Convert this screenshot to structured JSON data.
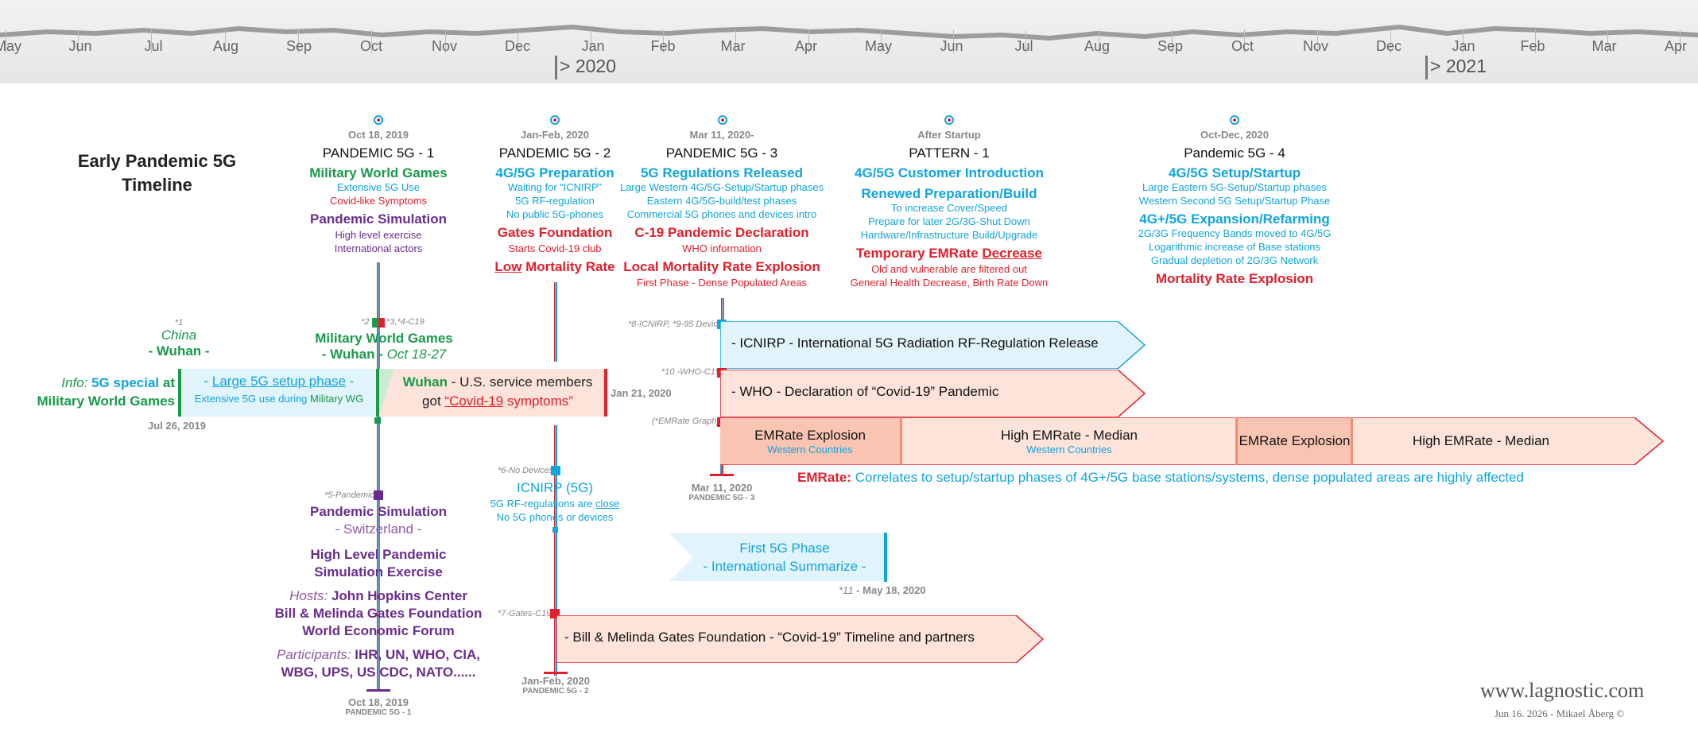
{
  "months": [
    "May",
    "Jun",
    "Jul",
    "Aug",
    "Sep",
    "Oct",
    "Nov",
    "Dec",
    "Jan",
    "Feb",
    "Mar",
    "Apr",
    "May",
    "Jun",
    "Jul",
    "Aug",
    "Sep",
    "Oct",
    "Nov",
    "Dec",
    "Jan",
    "Feb",
    "Mar",
    "Apr"
  ],
  "years": {
    "y2020": "> 2020",
    "y2021": "> 2021"
  },
  "title": {
    "line1": "Early Pandemic 5G",
    "line2": "Timeline"
  },
  "p1": {
    "date": "Oct 18, 2019",
    "name": "PANDEMIC 5G - 1",
    "h1": "Military World Games",
    "l1": "Extensive 5G Use",
    "l2": "Covid-like Symptoms",
    "h2": "Pandemic Simulation",
    "l3": "High level exercise",
    "l4": "International actors"
  },
  "p2": {
    "date": "Jan-Feb, 2020",
    "name": "PANDEMIC 5G - 2",
    "h1": "4G/5G Preparation",
    "l1": "Waiting for “ICNIRP”",
    "l2": "5G RF-regulation",
    "l3": "No public 5G-phones",
    "h2": "Gates Foundation",
    "l4": "Starts Covid-19 club",
    "h3a": "Low",
    "h3b": " Mortality Rate"
  },
  "p3": {
    "date": "Mar 11, 2020-",
    "name": "PANDEMIC 5G - 3",
    "h1": "5G Regulations Released",
    "l1": "Large Western 4G/5G-Setup/Startup phases",
    "l2": "Eastern 4G/5G-build/test phases",
    "l3": "Commercial 5G phones and devices intro",
    "h2": "C-19 Pandemic Declaration",
    "l4": "WHO information",
    "h3": "Local Mortality Rate Explosion",
    "l5": "First Phase - Dense Populated Areas"
  },
  "pattern": {
    "date": "After Startup",
    "name": "PATTERN - 1",
    "h1": "4G/5G Customer Introduction",
    "h2": "Renewed Preparation/Build",
    "l1": "To increase Cover/Speed",
    "l2": "Prepare for later 2G/3G-Shut Down",
    "l3": "Hardware/Infrastructure Build/Upgrade",
    "h3a": "Temporary EMRate ",
    "h3b": "Decrease",
    "l4": "Old and vulnerable are filtered out",
    "l5": "General Health Decrease, Birth Rate Down"
  },
  "p4": {
    "date": "Oct-Dec, 2020",
    "name": "Pandemic 5G - 4",
    "h1": "4G/5G Setup/Startup",
    "l1": "Large Eastern 5G-Setup/Startup phases",
    "l2": "Western Second 5G Setup/Startup Phase",
    "h2": "4G+/5G Expansion/Refarming",
    "l3": "2G/3G Frequency Bands moved to 4G/5G",
    "l4": "Logarithmic increase of Base stations",
    "l5": "Gradual depletion of 2G/3G Network",
    "h3": "Mortality Rate Explosion"
  },
  "china": {
    "note": "*1",
    "l1": "China",
    "l2": "- Wuhan -"
  },
  "mwg": {
    "note1": "*2",
    "note2": "*3,*4-C19",
    "l1": "Military World Games",
    "l2": "- Wuhan - ",
    "l2date": "Oct 18-27"
  },
  "info": {
    "a": "Info: ",
    "b": "5G special",
    "c": " at",
    "d": "Military World Games",
    "date": "Jul 26, 2019"
  },
  "setup": {
    "a": "- ",
    "b": "Large 5G setup phase",
    "c": " -",
    "l2a": "Extensive 5G use during ",
    "l2b": "Military WG"
  },
  "wuhan": {
    "a": "Wuhan",
    "b": " - U.S. service members",
    "c": "got",
    "d": "“Covid-19",
    "e": " symptoms”",
    "date": "Jan 21, 2020"
  },
  "icnirp_bar": {
    "note": "*8-ICNIRP, *9-95 Devices",
    "label": "- ICNIRP - International 5G Radiation RF-Regulation Release"
  },
  "who_bar": {
    "note": "*10 -WHO-C19",
    "label": "- WHO - Declaration of  “Covid-19” Pandemic"
  },
  "emr": {
    "note": "(*EMRate Graph)",
    "s1": "EMRate Explosion",
    "s1b": "Western Countries",
    "s2": "High EMRate - Median",
    "s2b": "Western Countries",
    "s3": "EMRate Explosion",
    "s4": "High EMRate - Median",
    "desc_a": "EMRate:",
    "desc_b": " Correlates to setup/startup phases of 4G+/5G base stations/systems, dense populated areas are highly affected"
  },
  "p3_bottom": {
    "date": "Mar 11, 2020",
    "name": "PANDEMIC 5G - 3"
  },
  "nodev": {
    "note": "*6-No Devices",
    "h": "ICNIRP (5G)",
    "l1a": "5G RF-regulations are ",
    "l1b": "close",
    "l2": "No 5G phones or devices"
  },
  "pansim": {
    "note": "*5-Pandemic",
    "h1": "Pandemic Simulation",
    "l1": "- Switzerland -",
    "h2a": "High Level Pandemic",
    "h2b": "Simulation Exercise",
    "hosts": "Hosts: ",
    "host1": "John Hopkins Center",
    "host2": "Bill & Melinda Gates Foundation",
    "host3": "World Economic Forum",
    "parts": "Participants: ",
    "part1": "IHR, UN, WHO, CIA,",
    "part2": "WBG, UPS, US CDC, NATO......"
  },
  "p1_bottom": {
    "date": "Oct 18, 2019",
    "name": "PANDEMIC 5G - 1"
  },
  "first5g": {
    "l1": "First 5G Phase",
    "l2": "- International Summarize -",
    "note": "*11",
    "date": " - May 18, 2020"
  },
  "gates": {
    "note": "*7-Gates-C19",
    "label": "- Bill & Melinda Gates Foundation - “Covid-19” Timeline and partners"
  },
  "p2_bottom": {
    "date": "Jan-Feb, 2020",
    "name": "PANDEMIC 5G - 2"
  },
  "footer": {
    "site": "www.lagnostic.com",
    "credit": "Jun 16. 2026 - Mikael Åberg ©"
  },
  "colors": {
    "green": "#1a9a4a",
    "blue": "#11a5dd",
    "red": "#e0202c",
    "purple": "#6a2d8f",
    "lightblue_fill": "#e1f3fb",
    "salmon_fill": "#fde3da"
  }
}
